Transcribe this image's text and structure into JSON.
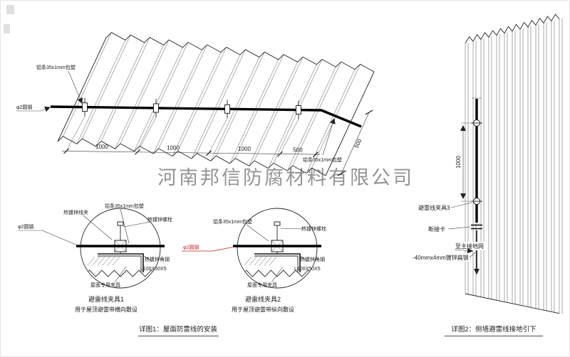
{
  "watermark": "河南邦信防腐材料有限公司",
  "detail1": {
    "caption": "详图1：屋面防雷线的安装",
    "roof": {
      "strip_label_top": "铝条35x1mm包塑",
      "strip_label_right": "铝条35x1mm包塑",
      "round_steel_label": "φ2圆钢",
      "dims_bottom": [
        "1000",
        "1000",
        "1000",
        "500"
      ],
      "dim_right": "500"
    },
    "clamp1": {
      "title": "避雷线夹具1",
      "subtitle": "用于屋顶避雷带横向敷设",
      "labels": {
        "wire_clip": "热镀锌线夹",
        "strip": "铝条35x1mm包塑",
        "bolt": "热镀锌螺栓",
        "round_steel": "φ2圆钢",
        "angle_steel": "热镀锌角钢",
        "angle_size": "L100X50X5",
        "roof_fixture": "屋面专用夹具"
      }
    },
    "clamp2": {
      "title": "避雷线夹具2",
      "subtitle": "用于屋顶避雷带纵向敷设",
      "labels": {
        "strip": "铝条35x1mm包塑",
        "bolt": "热镀锌螺栓",
        "round_steel": "φ2圆钢",
        "angle_steel": "热镀锌角钢",
        "angle_size": "L100X50X5",
        "roof_fixture": "屋面专用夹具"
      }
    }
  },
  "detail2": {
    "caption": "详图2：侧墙避雷线接地引下",
    "labels": {
      "clamp3": "避雷线夹具3",
      "disconnect": "断接卡",
      "to_ground": "至主接地网",
      "flat_steel": "-40mmx4mm镀锌扁钢"
    },
    "dim_vertical": "1000"
  },
  "colors": {
    "red": "#c82321",
    "line": "#1a1a1a",
    "watermark": "#949494"
  }
}
